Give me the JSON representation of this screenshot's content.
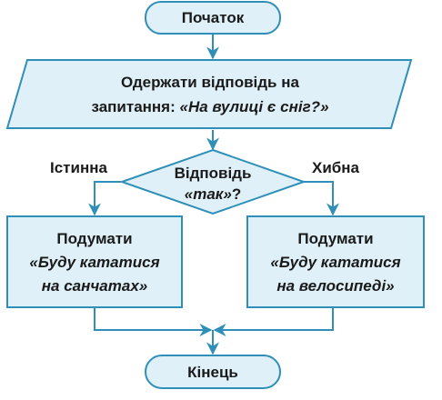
{
  "start": {
    "label": "Початок"
  },
  "input": {
    "line1": "Одержати відповідь на",
    "line2_prefix": "запитання: ",
    "line2_quote": "«На вулиці є сніг?»"
  },
  "decision": {
    "line1": "Відповідь",
    "line2_quote": "«так»",
    "line2_suffix": "?"
  },
  "branch_true": {
    "label": "Істинна"
  },
  "branch_false": {
    "label": "Хибна"
  },
  "process_left": {
    "line1": "Подумати",
    "line2": "«Буду кататися",
    "line3": "на санчатах»"
  },
  "process_right": {
    "line1": "Подумати",
    "line2": "«Буду кататися",
    "line3": "на велосипеді»"
  },
  "end": {
    "label": "Кінець"
  },
  "colors": {
    "stroke": "#2f8fb8",
    "fill": "#dff0f8",
    "text": "#1a1a1a"
  }
}
